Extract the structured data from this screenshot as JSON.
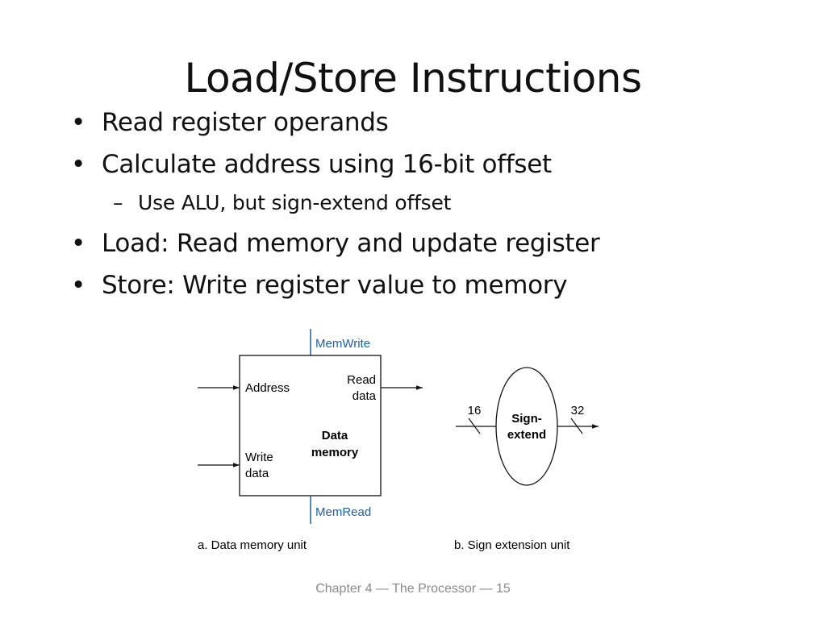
{
  "slide": {
    "title": "Load/Store Instructions",
    "bullet_symbol": "•",
    "sub_bullet_symbol": "–",
    "bullets": [
      "Read register operands",
      "Calculate address using 16-bit offset",
      "Load: Read memory and update register",
      "Store: Write register value to memory"
    ],
    "sub_bullets": [
      "Use ALU, but sign-extend offset"
    ]
  },
  "figure": {
    "data_memory": {
      "mem_write": "MemWrite",
      "mem_read": "MemRead",
      "address": "Address",
      "read_data": [
        "Read",
        "data"
      ],
      "write_data": [
        "Write",
        "data"
      ],
      "block_label": [
        "Data",
        "memory"
      ],
      "caption": "a. Data memory unit"
    },
    "sign_extend": {
      "input_bits": "16",
      "output_bits": "32",
      "block_label": [
        "Sign-",
        "extend"
      ],
      "caption": "b. Sign extension unit"
    },
    "control_signal_color": "#1f5fa6"
  },
  "footer": "Chapter 4 — The Processor — 15"
}
